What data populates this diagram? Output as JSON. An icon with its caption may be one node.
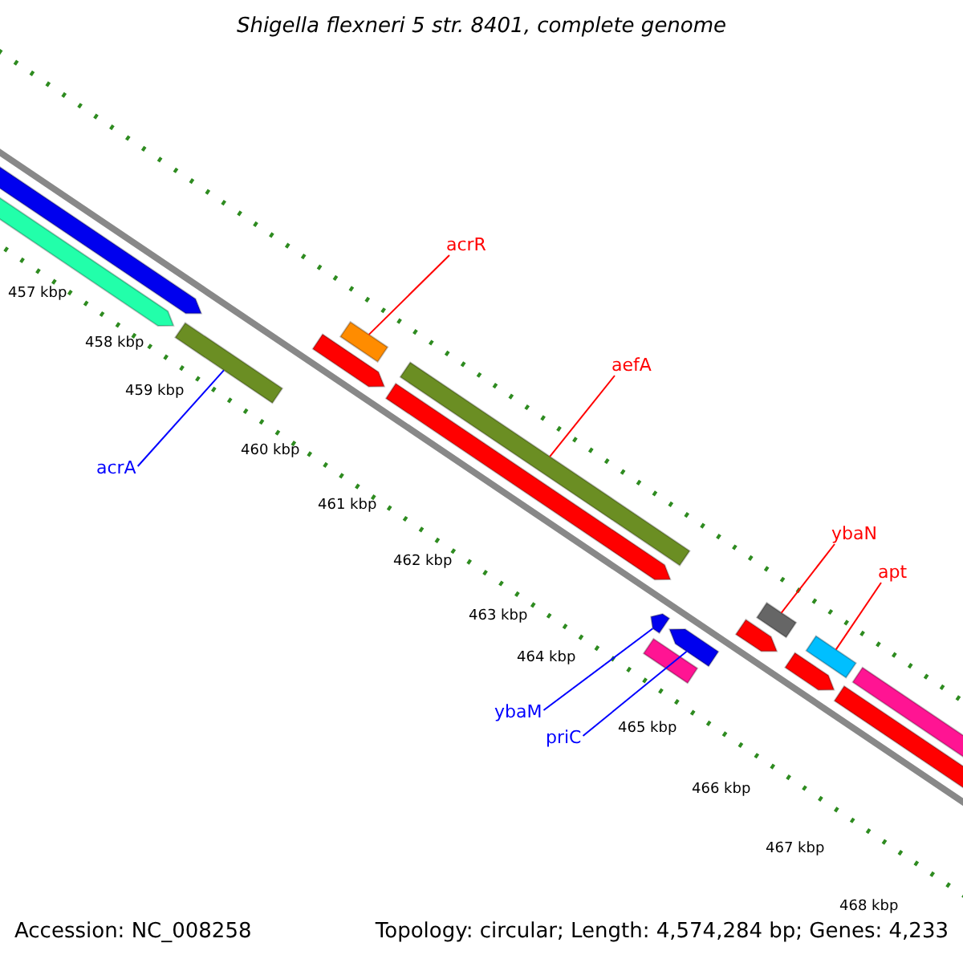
{
  "diagram": {
    "title": "Shigella flexneri 5 str. 8401, complete genome",
    "nodes": [
      {
        "text": [
          "acrR"
        ]
      },
      {
        "text": [
          "aefA"
        ]
      },
      {
        "text": [
          "ybaN"
        ]
      },
      {
        "text": [
          "apt"
        ]
      },
      {
        "text": [
          "acrA"
        ]
      },
      {
        "text": [
          "ybaM"
        ]
      },
      {
        "text": [
          "priC"
        ]
      },
      {
        "text": [],
        "shape": "bar"
      },
      {
        "text": [],
        "shape": "bar"
      },
      {
        "text": [],
        "shape": "bar"
      },
      {
        "text": [],
        "shape": "bar"
      },
      {
        "text": [],
        "shape": "bar"
      },
      {
        "text": [],
        "shape": "bar"
      },
      {
        "text": [],
        "shape": "bar"
      },
      {
        "text": [],
        "shape": "bar"
      },
      {
        "text": [],
        "shape": "bar"
      },
      {
        "text": [],
        "shape": "bar"
      },
      {
        "text": [],
        "shape": "bar"
      },
      {
        "text": [],
        "shape": "bar"
      },
      {
        "text": [],
        "shape": "bar"
      },
      {
        "text": [],
        "shape": "bar"
      },
      {
        "text": [],
        "shape": "bar"
      },
      {
        "text": [],
        "shape": "bar"
      }
    ],
    "edges": [
      {
        "from": 0,
        "to": 7,
        "arrow": "none"
      },
      {
        "from": 1,
        "to": 8,
        "arrow": "none"
      },
      {
        "from": 2,
        "to": 9,
        "arrow": "none"
      },
      {
        "from": 3,
        "to": 10,
        "arrow": "none"
      },
      {
        "from": 4,
        "to": 11,
        "arrow": "none",
        "color": "#0000ff"
      },
      {
        "from": 5,
        "to": 12,
        "arrow": "none",
        "color": "#0000ff"
      },
      {
        "from": 6,
        "to": 13,
        "arrow": "none",
        "color": "#0000ff"
      }
    ],
    "labels": [
      "457 kbp",
      "458 kbp",
      "459 kbp",
      "460 kbp",
      "461 kbp",
      "462 kbp",
      "463 kbp",
      "464 kbp",
      "465 kbp",
      "466 kbp",
      "467 kbp",
      "468 kbp",
      "Accession: NC_008258",
      "Topology: circular; Length: 4,574,284 bp; Genes: 4,233"
    ]
  }
}
